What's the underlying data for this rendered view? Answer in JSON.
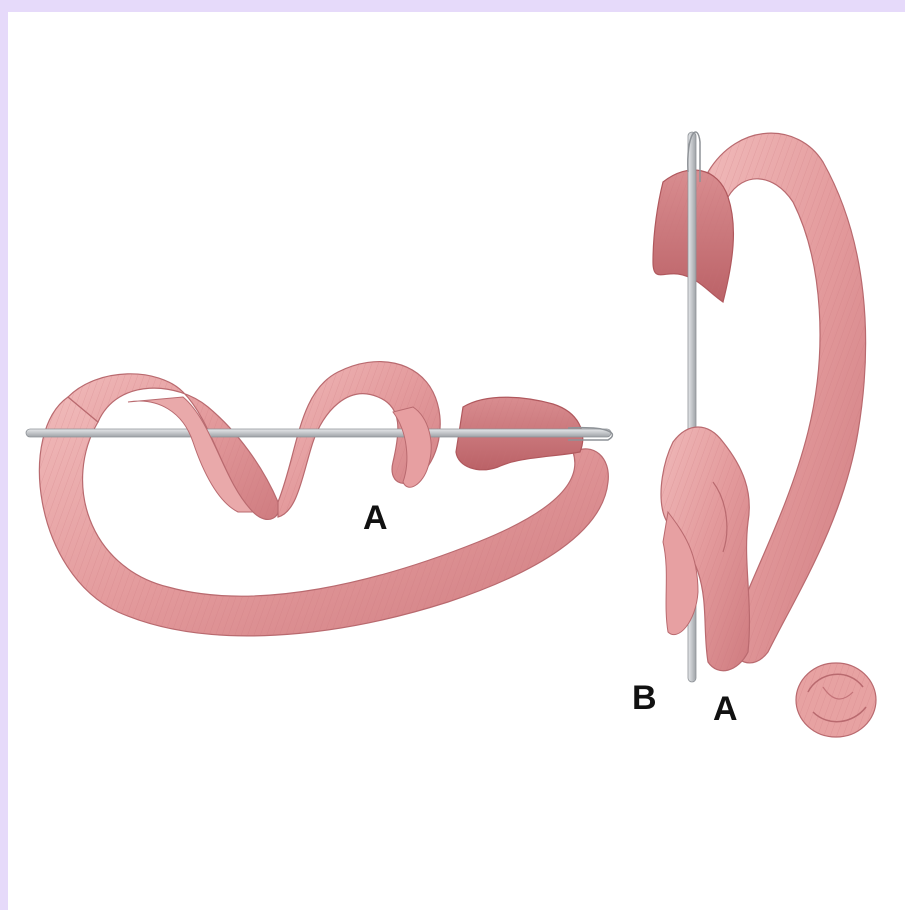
{
  "figure": {
    "left": {
      "point_label": "A"
    },
    "right": {
      "point_label_b": "B",
      "point_label_a": "A"
    }
  },
  "colors": {
    "ribbon_fill": "#e7a2a2",
    "ribbon_shadow": "#c96d71",
    "ribbon_light": "#f4cccc",
    "needle": "#bfc2c6",
    "border": "#e6dafa"
  }
}
